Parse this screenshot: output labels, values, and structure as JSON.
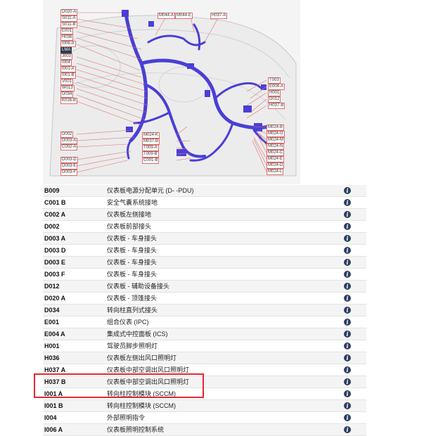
{
  "diagram": {
    "callouts_left": [
      "D020-A",
      "S011-A",
      "S011-B",
      "E001",
      "H036",
      "I006-A",
      "LMA",
      "J003",
      "I004",
      "I001-A",
      "I001-B",
      "V001",
      "W013",
      "D034",
      "K016-B"
    ],
    "callouts_top": [
      "M044-A",
      "M044-E",
      "H037-A"
    ],
    "callouts_right": [
      "T003",
      "E004-A",
      "H001",
      "D012",
      "H037-B"
    ],
    "callouts_bottom_left": [
      "D002",
      "D003-A",
      "C002-A",
      "D003-D",
      "D003-E",
      "D003-F"
    ],
    "callouts_bottom_mid": [
      "M024-K",
      "M037-B",
      "T009-A",
      "T009-B",
      "C001-B"
    ],
    "callouts_bottom_right": [
      "M024-B",
      "M024-G",
      "M024-M",
      "M024-N",
      "M024-C",
      "M024-E",
      "M024-D",
      "M024-L"
    ]
  },
  "connectors": [
    {
      "code": "B009",
      "desc": "仪表板电源分配单元 (D- -PDU)"
    },
    {
      "code": "C001 B",
      "desc": "安全气囊系统接地"
    },
    {
      "code": "C002 A",
      "desc": "仪表板左侧接地"
    },
    {
      "code": "D002",
      "desc": "仪表板前部接头"
    },
    {
      "code": "D003 A",
      "desc": "仪表板 - 车身接头"
    },
    {
      "code": "D003 D",
      "desc": "仪表板 - 车身接头"
    },
    {
      "code": "D003 E",
      "desc": "仪表板 - 车身接头"
    },
    {
      "code": "D003 F",
      "desc": "仪表板 - 车身接头"
    },
    {
      "code": "D012",
      "desc": "仪表板 - 辅助设备接头"
    },
    {
      "code": "D020 A",
      "desc": "仪表板 - 顶篷接头"
    },
    {
      "code": "D034",
      "desc": "转向柱直列式接头"
    },
    {
      "code": "E001",
      "desc": "组合仪表 (IPC)"
    },
    {
      "code": "E004 A",
      "desc": "集成式中控面板 (ICS)"
    },
    {
      "code": "H001",
      "desc": "驾驶员脚步照明灯"
    },
    {
      "code": "H036",
      "desc": "仪表板左侧出风口照明灯"
    },
    {
      "code": "H037 A",
      "desc": "仪表板中部空调出风口照明灯"
    },
    {
      "code": "H037 B",
      "desc": "仪表板中部空调出风口照明灯"
    },
    {
      "code": "I001 A",
      "desc": "转向柱控制模块 (SCCM)"
    },
    {
      "code": "I001 B",
      "desc": "转向柱控制模块 (SCCM)"
    },
    {
      "code": "I004",
      "desc": "外部照明指令"
    },
    {
      "code": "I006 A",
      "desc": "仪表板照明控制系统"
    }
  ],
  "info_icon_glyph": "i",
  "colors": {
    "harness": "#4a3fd6",
    "callout_border": "#e07070",
    "highlight": "#e8262f",
    "info_icon": "#2b3f62"
  }
}
